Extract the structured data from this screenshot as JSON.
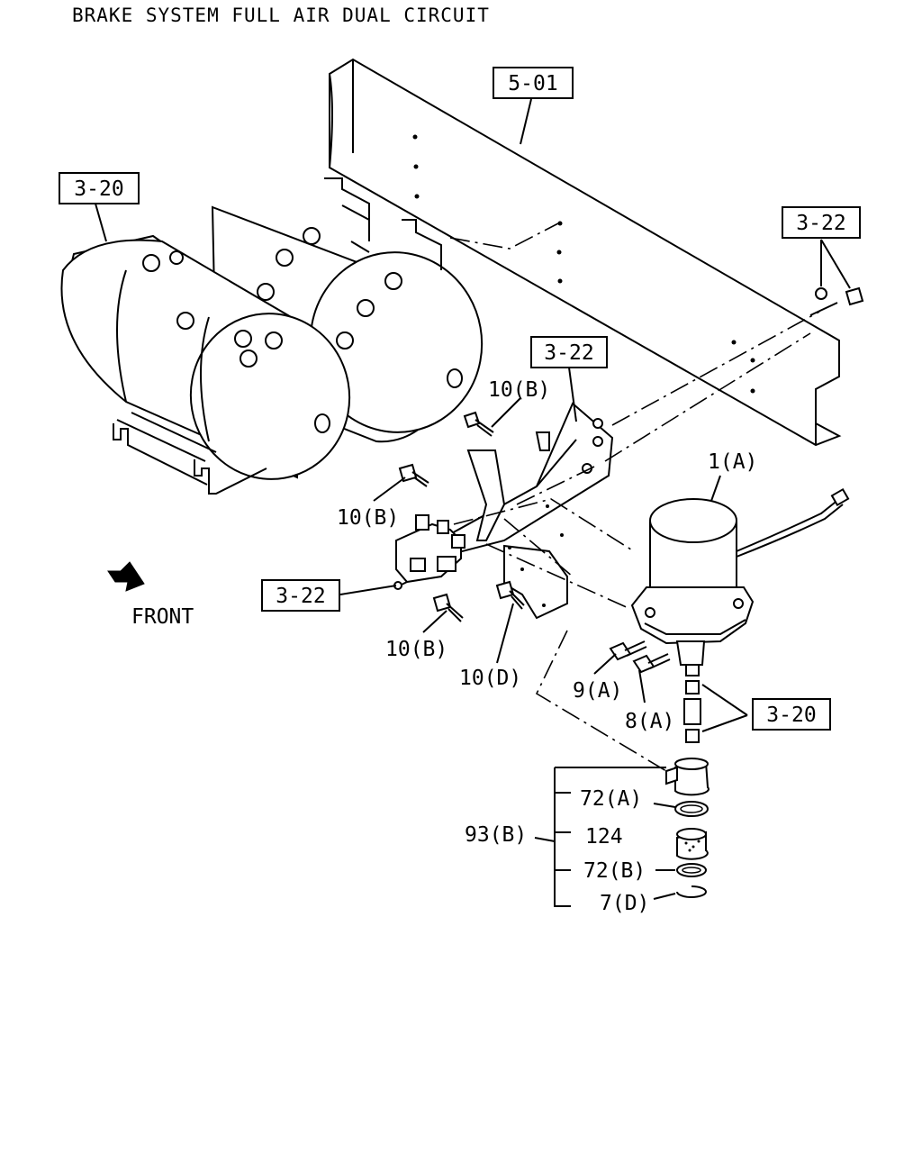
{
  "title": "BRAKE SYSTEM FULL AIR DUAL CIRCUIT",
  "refs": {
    "r501": "5-01",
    "r320a": "3-20",
    "r322a": "3-22",
    "r322b": "3-22",
    "r322c": "3-22",
    "r320b": "3-20"
  },
  "callouts": {
    "c1a": "1(A)",
    "c10b_1": "10(B)",
    "c10b_2": "10(B)",
    "c10b_3": "10(B)",
    "c10d": "10(D)",
    "c9a": "9(A)",
    "c8a": "8(A)",
    "c72a": "72(A)",
    "c93b": "93(B)",
    "c124": "124",
    "c72b": "72(B)",
    "c7d": "7(D)"
  },
  "front_label": "FRONT"
}
